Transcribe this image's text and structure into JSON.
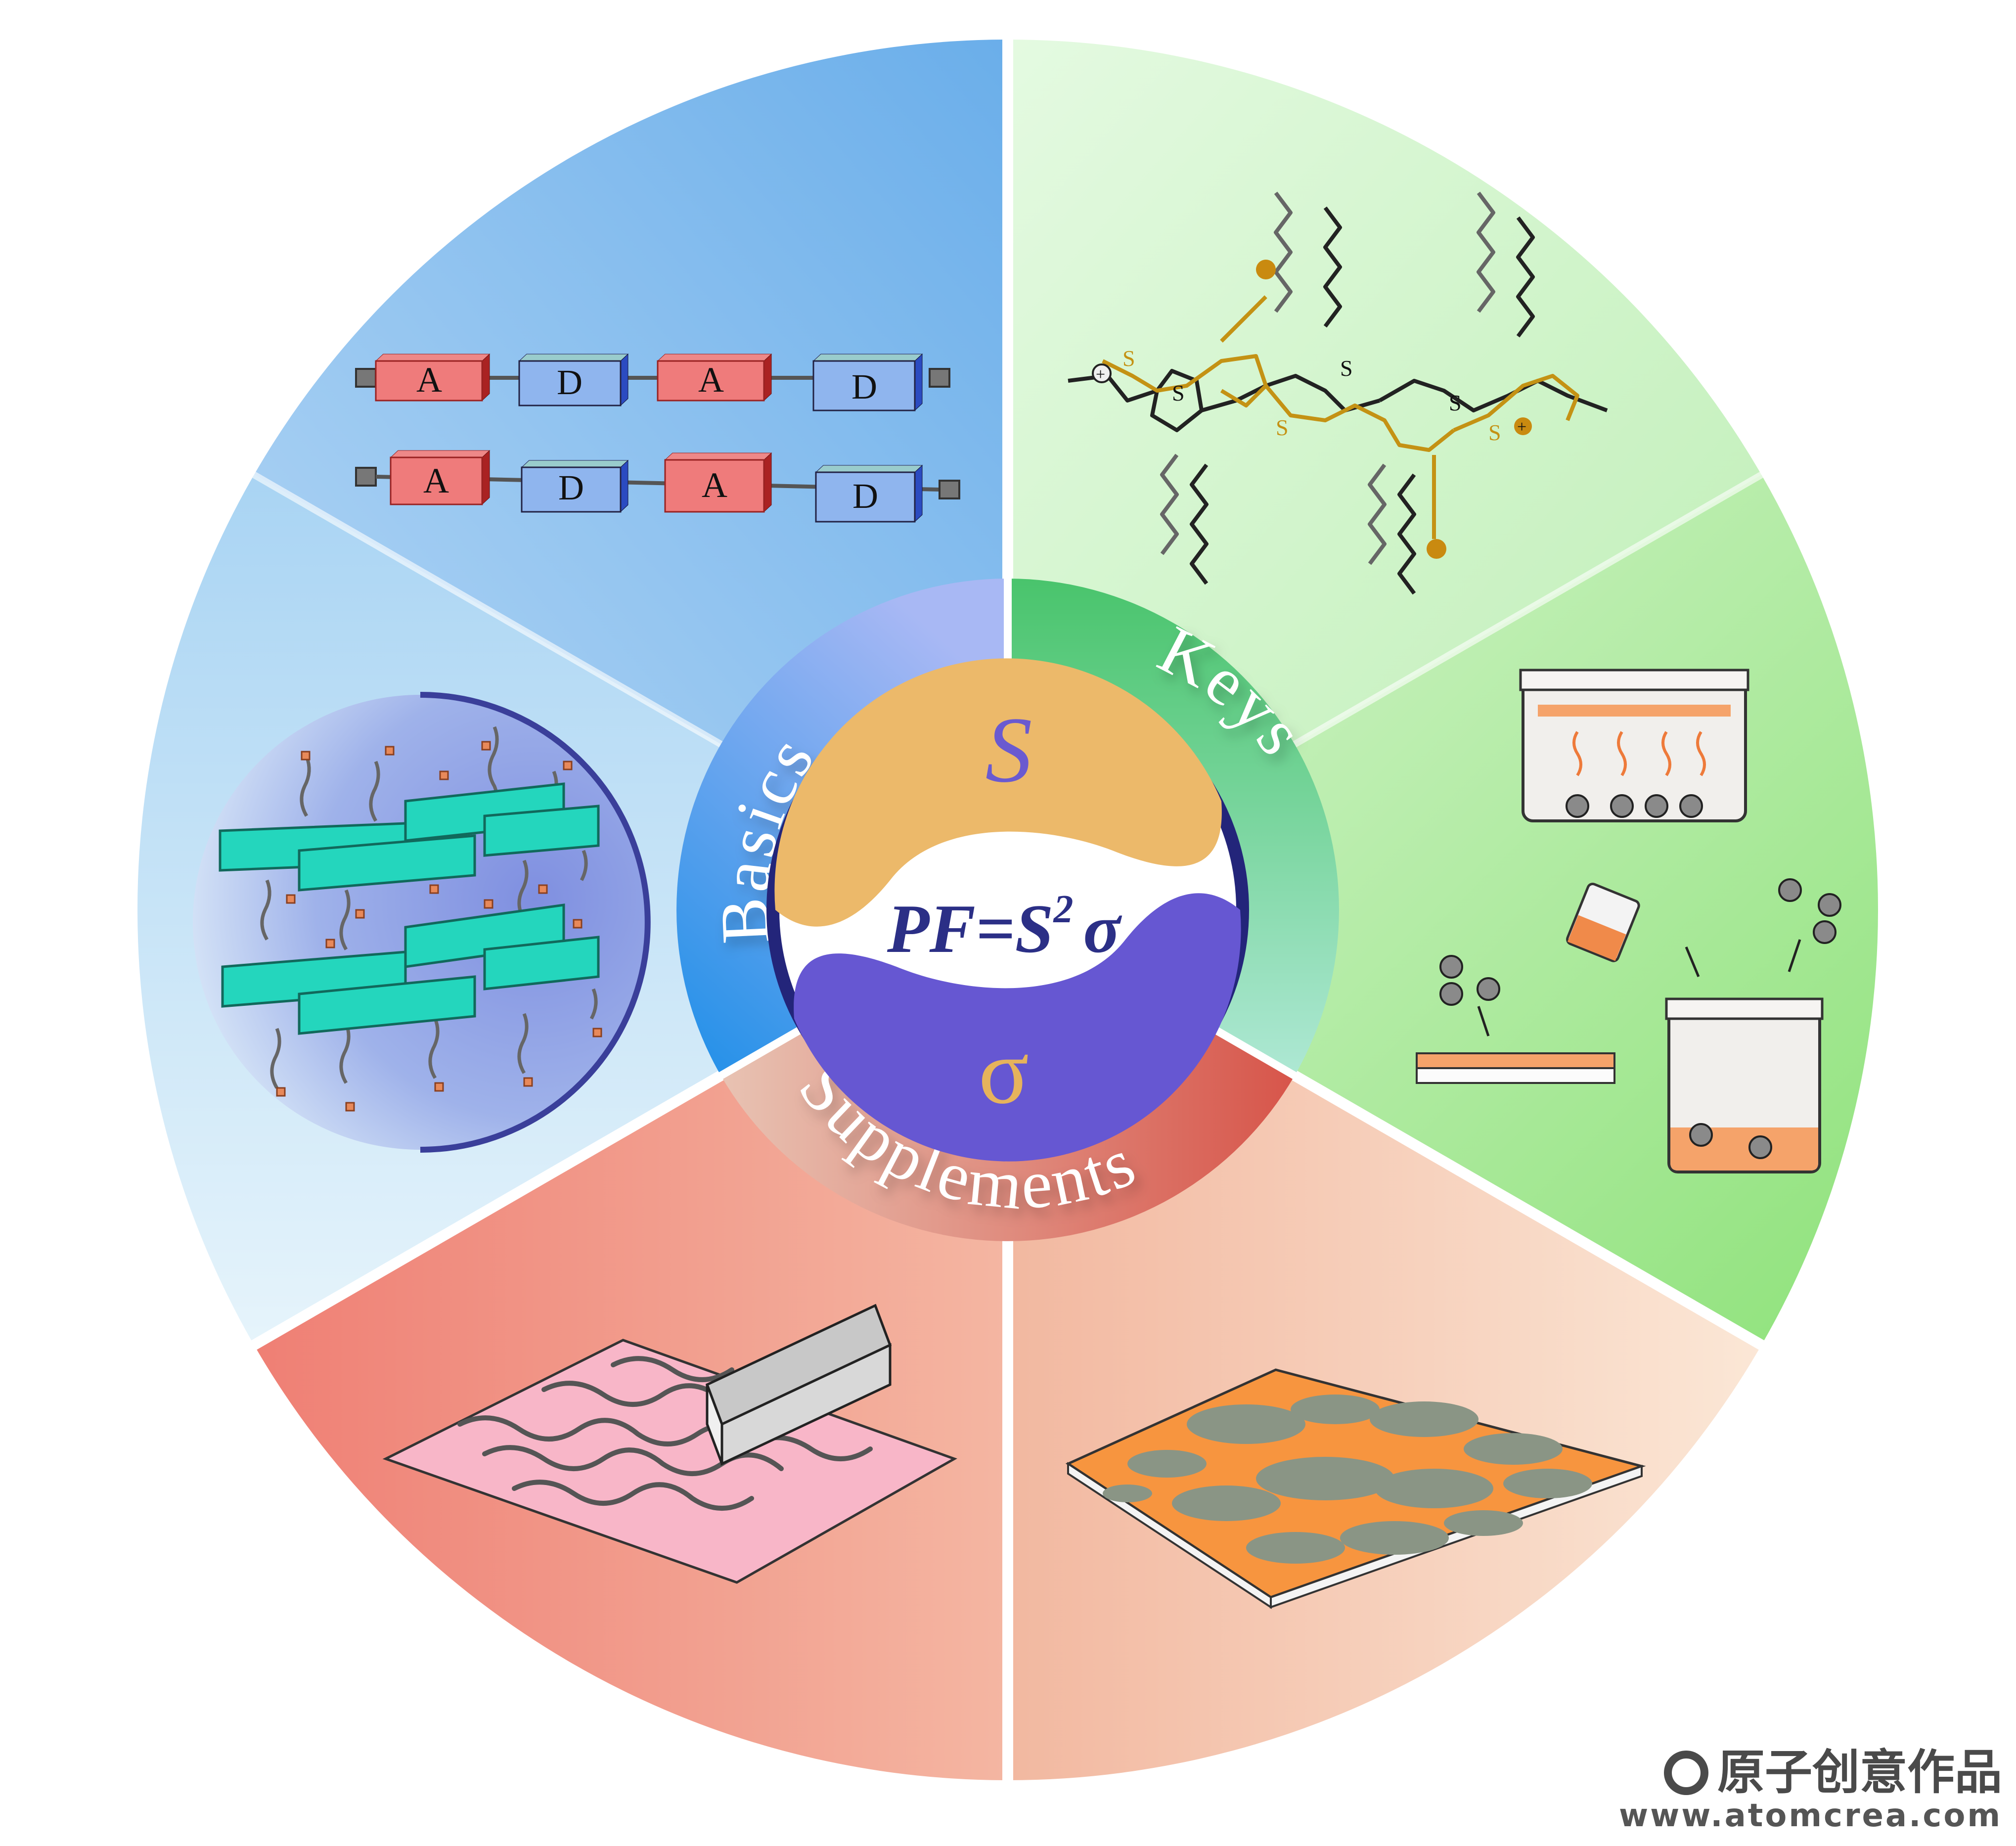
{
  "center": {
    "formula_pf": "PF=S",
    "formula_exp": "2",
    "formula_sigma": "σ",
    "symbol_s": "S",
    "symbol_sigma": "σ"
  },
  "ring_labels": {
    "basics": "Basics",
    "keys": "Keys",
    "supplements": "Supplements"
  },
  "chain_blocks": {
    "row1": [
      "A",
      "D",
      "A",
      "D"
    ],
    "row2": [
      "A",
      "D",
      "A",
      "D"
    ]
  },
  "molecule": {
    "sulfur": "S",
    "plus": "+"
  },
  "watermark": {
    "brand": "原子创意作品",
    "url": "www.atomcrea.com"
  },
  "colors": {
    "basics": "#3f96ea",
    "keys": "#48c46a",
    "supplements": "#d6675c",
    "formula_blue": "#2b2f86",
    "sigma_gold": "#e6b35c",
    "s_purple": "#6a5ad0"
  }
}
